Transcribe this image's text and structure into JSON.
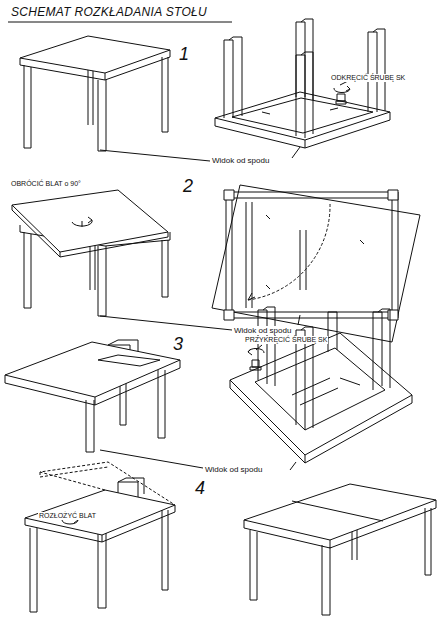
{
  "diagram": {
    "title": "SCHEMAT ROZKŁADANIA STOŁU",
    "labels": [
      "1",
      "ODKRĘCIĆ ŚRUBĘ SK",
      "Widok od spodu",
      "OBRÓCIĆ BLAT o 90°",
      "2",
      "Widok od spodu",
      "PRZYKRĘCIĆ ŚRUBĘ SK",
      "3",
      "Widok od spodu",
      "ROZŁOŻYĆ BLAT",
      "4"
    ]
  }
}
